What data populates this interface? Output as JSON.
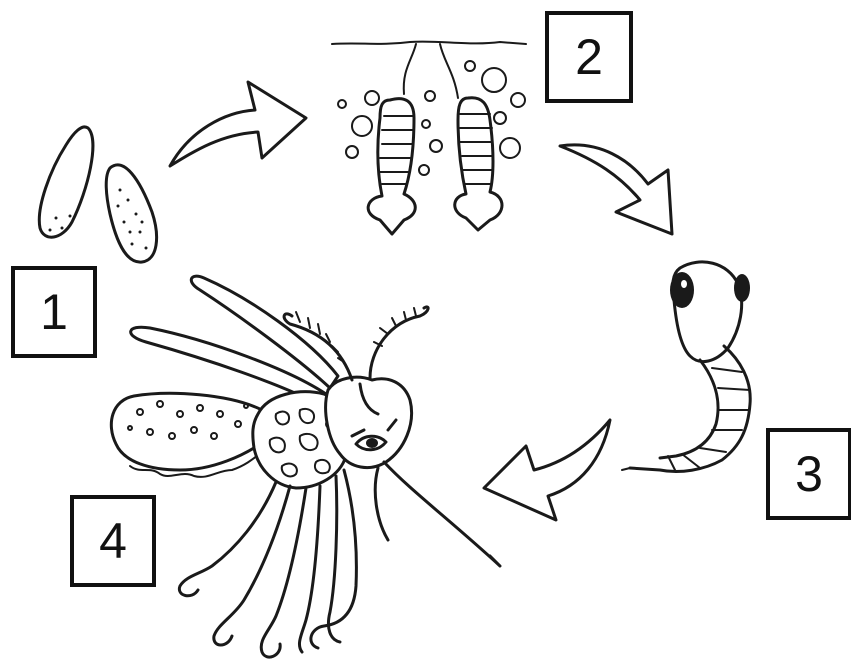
{
  "labels": {
    "stage_1": "1",
    "stage_2": "2",
    "stage_3": "3",
    "stage_4": "4"
  },
  "colors": {
    "ink": "#1a1a1a",
    "background": "#ffffff"
  }
}
